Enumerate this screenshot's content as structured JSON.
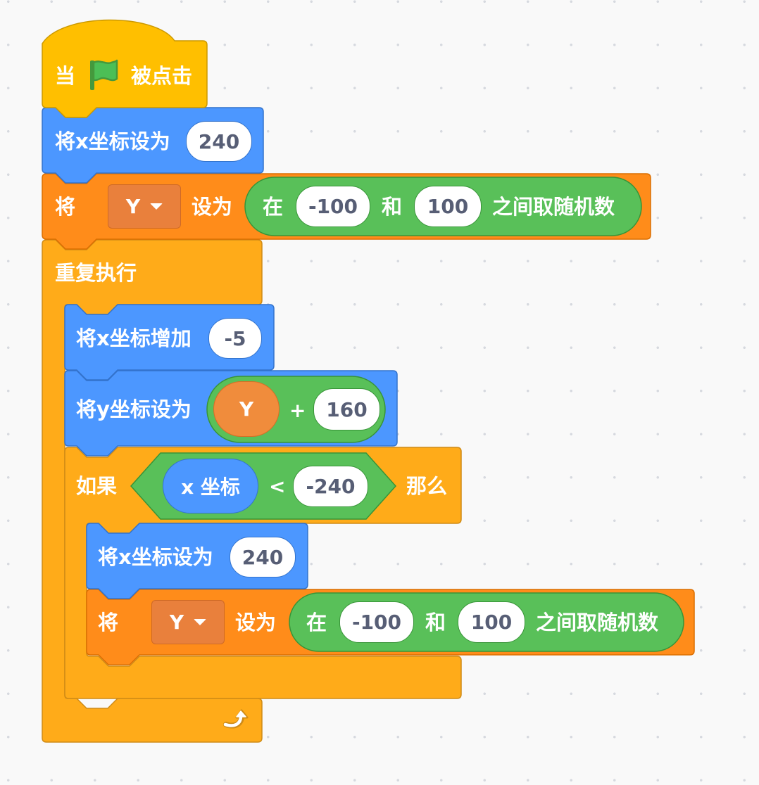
{
  "colors": {
    "events": "#ffbf00",
    "motion": "#4c97ff",
    "variables": "#ff8c1a",
    "control": "#ffab19",
    "operators": "#59c059"
  },
  "script": {
    "hat": {
      "when_label": "当",
      "icon": "green-flag-icon",
      "clicked_label": "被点击"
    },
    "set_x_1": {
      "label": "将x坐标设为",
      "value": "240"
    },
    "set_var_1": {
      "set_label": "将",
      "variable": "Y",
      "to_label": "设为",
      "random": {
        "between_label": "在",
        "from": "-100",
        "and_label": "和",
        "to": "100",
        "suffix_label": "之间取随机数"
      }
    },
    "forever": {
      "label": "重复执行",
      "loop_icon": "loop-arrow-icon"
    },
    "change_x": {
      "label": "将x坐标增加",
      "value": "-5"
    },
    "set_y": {
      "label": "将y坐标设为",
      "reporter": "Y",
      "operator": "+",
      "value": "160"
    },
    "if_block": {
      "if_label": "如果",
      "then_label": "那么",
      "condition": {
        "reporter": "x 坐标",
        "operator": "<",
        "value": "-240"
      }
    },
    "set_x_2": {
      "label": "将x坐标设为",
      "value": "240"
    },
    "set_var_2": {
      "set_label": "将",
      "variable": "Y",
      "to_label": "设为",
      "random": {
        "between_label": "在",
        "from": "-100",
        "and_label": "和",
        "to": "100",
        "suffix_label": "之间取随机数"
      }
    }
  }
}
